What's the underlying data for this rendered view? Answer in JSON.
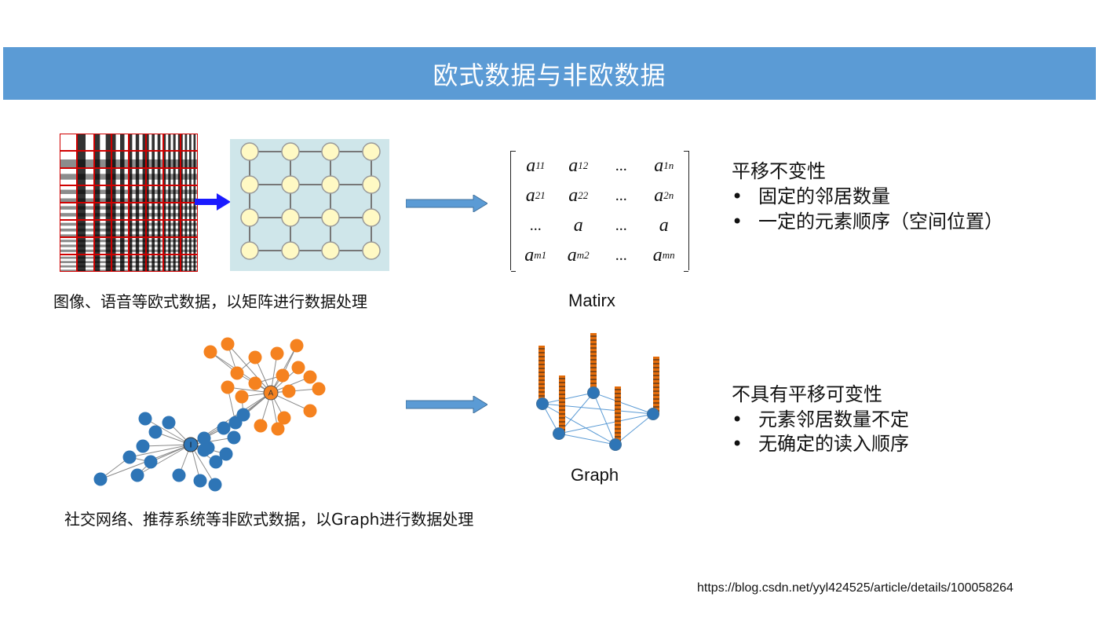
{
  "header": {
    "title": "欧式数据与非欧数据"
  },
  "euclidean": {
    "caption": "图像、语音等欧式数据，以矩阵进行数据处理",
    "matrix_label": "Matirx",
    "matrix": [
      [
        {
          "base": "a",
          "sub": "11"
        },
        {
          "base": "a",
          "sub": "12"
        },
        {
          "base": "...",
          "sub": ""
        },
        {
          "base": "a",
          "sub": "1n"
        }
      ],
      [
        {
          "base": "a",
          "sub": "21"
        },
        {
          "base": "a",
          "sub": "22"
        },
        {
          "base": "...",
          "sub": ""
        },
        {
          "base": "a",
          "sub": "2n"
        }
      ],
      [
        {
          "base": "...",
          "sub": ""
        },
        {
          "base": "a",
          "sub": ""
        },
        {
          "base": "...",
          "sub": ""
        },
        {
          "base": "a",
          "sub": ""
        }
      ],
      [
        {
          "base": "a",
          "sub": "m1"
        },
        {
          "base": "a",
          "sub": "m2"
        },
        {
          "base": "...",
          "sub": ""
        },
        {
          "base": "a",
          "sub": "mn"
        }
      ]
    ],
    "properties": {
      "heading": "平移不变性",
      "bullets": [
        "固定的邻居数量",
        "一定的元素顺序（空间位置）"
      ]
    }
  },
  "non_euclidean": {
    "caption": "社交网络、推荐系统等非欧式数据，以Graph进行数据处理",
    "graph_label": "Graph",
    "network_node_labels": [
      "A",
      "I"
    ],
    "properties": {
      "heading": "不具有平移可变性",
      "bullets": [
        "元素邻居数量不定",
        "无确定的读入顺序"
      ]
    }
  },
  "source_url": "https://blog.csdn.net/yyl424525/article/details/100058264",
  "colors": {
    "header": "#5b9bd5",
    "arrow": "#5b9bd5",
    "grid_node": "#fff9c4",
    "grid_bg": "#cfe6ea",
    "orange_node": "#f5821f",
    "blue_node": "#2e75b6",
    "feature_bar": "#e46c0a",
    "red_grid": "#d00000",
    "blue_arrow": "#1a1aff"
  }
}
